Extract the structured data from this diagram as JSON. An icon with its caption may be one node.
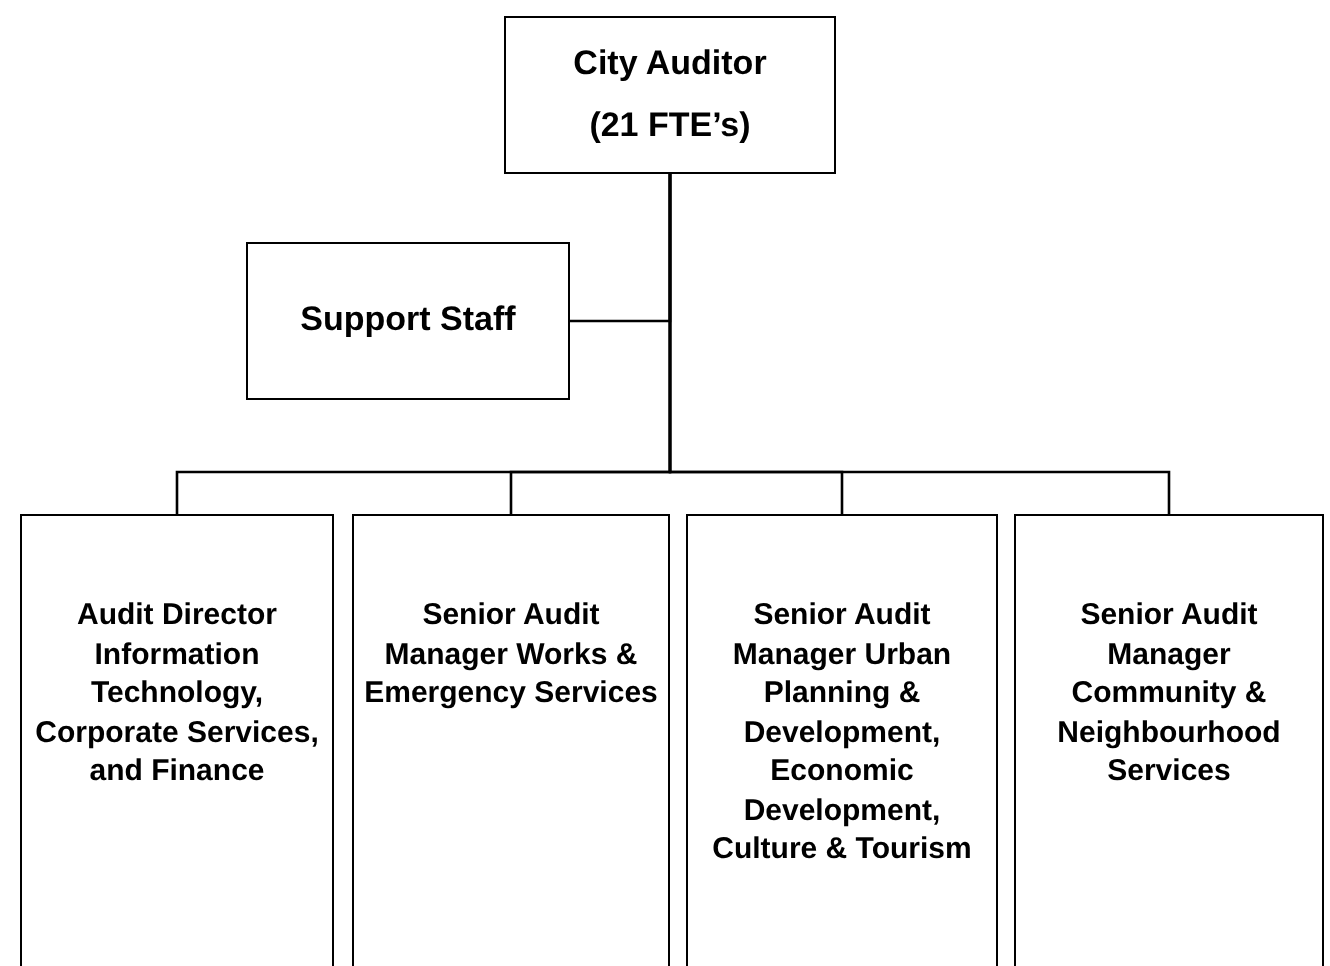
{
  "diagram": {
    "nodes": [
      {
        "text": [
          "City Auditor",
          "(21 FTE’s)"
        ]
      },
      {
        "text": [
          "Support Staff"
        ]
      },
      {
        "text": [
          "Audit Director Information Technology, Corporate Services, and Finance"
        ]
      },
      {
        "text": [
          "Senior Audit Manager Works & Emergency Services"
        ]
      },
      {
        "text": [
          "Senior Audit Manager Urban Planning & Development, Economic Development, Culture & Tourism"
        ]
      },
      {
        "text": [
          "Senior Audit Manager Community & Neighbourhood Services"
        ]
      }
    ],
    "edges": [
      {
        "from": 0,
        "to": 1,
        "arrow": "none"
      },
      {
        "from": 0,
        "to": 2,
        "arrow": "none"
      },
      {
        "from": 0,
        "to": 3,
        "arrow": "none"
      },
      {
        "from": 0,
        "to": 4,
        "arrow": "none"
      },
      {
        "from": 0,
        "to": 5,
        "arrow": "none"
      }
    ]
  }
}
